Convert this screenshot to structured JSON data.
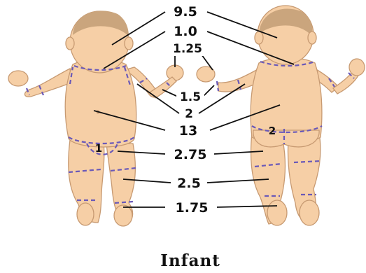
{
  "labels": {
    "head": "9.5",
    "neck": "1.0",
    "hand": "1.25",
    "forearm": "1.5",
    "upper_arm": "2",
    "trunk": "13",
    "thigh": "2.75",
    "leg": "2.5",
    "foot": "1.75",
    "genital": "1",
    "buttock": "2"
  },
  "caption": "Infant",
  "colors": {
    "skin": "#f6cfa6",
    "outline": "#c79a72",
    "dashes": "#6a59b8",
    "text": "#111111"
  }
}
